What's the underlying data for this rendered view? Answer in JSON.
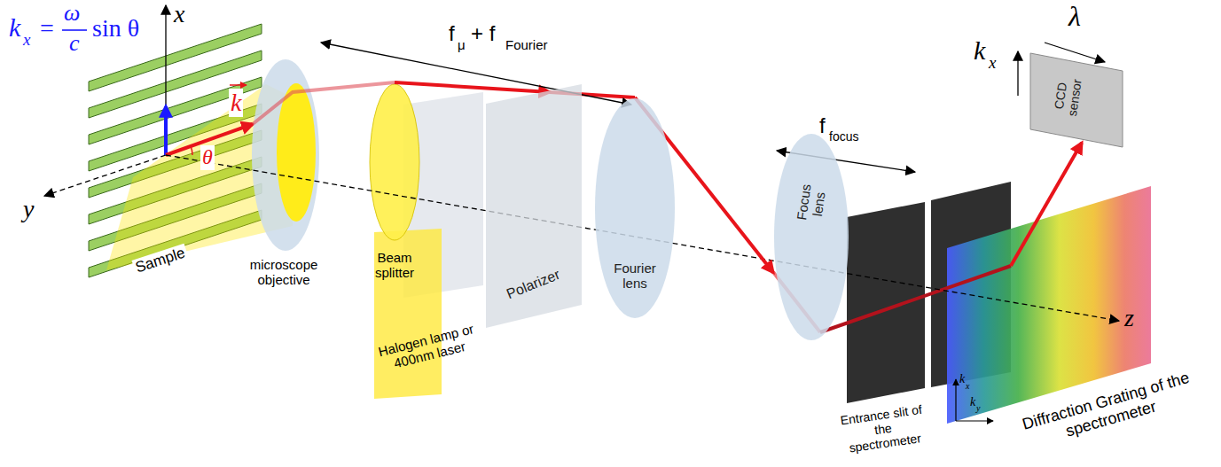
{
  "diagram": {
    "nodes": [
      {
        "text": [
          "Polarizer"
        ]
      },
      {
        "text": [
          "Fourier lens"
        ]
      },
      {
        "text": [
          "Focus lens"
        ]
      },
      {
        "text": [
          "CCD sensor"
        ]
      }
    ],
    "edges": [
      {
        "from": 1,
        "to": 2,
        "arrow": "to"
      }
    ],
    "labels": [
      "x",
      "y",
      "k",
      "x",
      "=",
      "ω",
      "c",
      "sin θ",
      "k",
      "θ",
      "Sample",
      "microscope objective",
      "Beam splitter",
      "Halogen lamp or 400nm laser",
      "f",
      "μ",
      "+ f",
      "Fourier",
      "f",
      "focus",
      "Entrance slit of the spectrometer",
      "k",
      "x",
      "k",
      "y",
      "Diffraction Grating of the spectrometer",
      "z",
      "k",
      "x",
      "λ"
    ]
  }
}
